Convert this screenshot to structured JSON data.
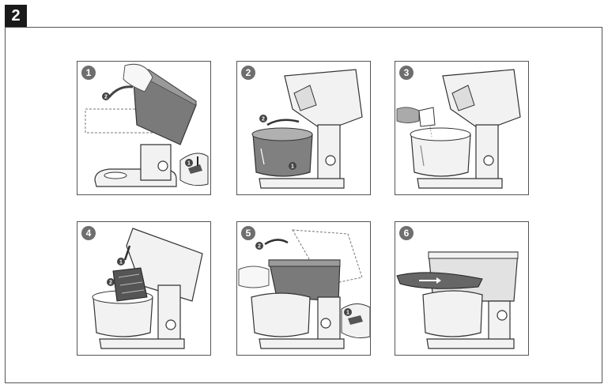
{
  "section": {
    "number": "2"
  },
  "steps": [
    {
      "number": "1",
      "sub_markers": [
        "2",
        "1"
      ]
    },
    {
      "number": "2",
      "sub_markers": [
        "2",
        "1"
      ]
    },
    {
      "number": "3",
      "sub_markers": []
    },
    {
      "number": "4",
      "sub_markers": [
        "1",
        "2"
      ]
    },
    {
      "number": "5",
      "sub_markers": [
        "2",
        "1"
      ]
    },
    {
      "number": "6",
      "sub_markers": []
    }
  ],
  "icons": [
    "tilt-head-stand-mixer-icon",
    "bowl-rotate-lock-icon",
    "pour-ingredients-icon",
    "attach-tool-icon",
    "lower-head-icon",
    "splash-guard-icon"
  ],
  "colors": {
    "badge": "#1a1a1a",
    "step_circle": "#6e6e6e",
    "head_dark": "#7a7a7a",
    "bowl_dark": "#808080"
  }
}
